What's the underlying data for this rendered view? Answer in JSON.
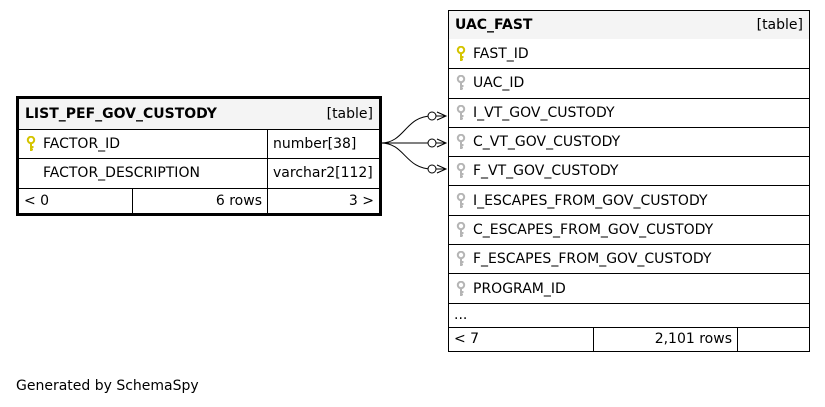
{
  "left_table": {
    "name": "LIST_PEF_GOV_CUSTODY",
    "kind": "[table]",
    "columns": [
      {
        "name": "FACTOR_ID",
        "type": "number[38]",
        "key": "primary"
      },
      {
        "name": "FACTOR_DESCRIPTION",
        "type": "varchar2[112]",
        "key": "none"
      }
    ],
    "footer": {
      "parents": "< 0",
      "rows": "6 rows",
      "children": "3 >"
    }
  },
  "right_table": {
    "name": "UAC_FAST",
    "kind": "[table]",
    "columns": [
      {
        "name": "FAST_ID",
        "key": "primary"
      },
      {
        "name": "UAC_ID",
        "key": "foreign"
      },
      {
        "name": "I_VT_GOV_CUSTODY",
        "key": "foreign"
      },
      {
        "name": "C_VT_GOV_CUSTODY",
        "key": "foreign"
      },
      {
        "name": "F_VT_GOV_CUSTODY",
        "key": "foreign"
      },
      {
        "name": "I_ESCAPES_FROM_GOV_CUSTODY",
        "key": "foreign"
      },
      {
        "name": "C_ESCAPES_FROM_GOV_CUSTODY",
        "key": "foreign"
      },
      {
        "name": "F_ESCAPES_FROM_GOV_CUSTODY",
        "key": "foreign"
      },
      {
        "name": "PROGRAM_ID",
        "key": "foreign"
      }
    ],
    "ellipsis": "...",
    "footer": {
      "parents": "< 7",
      "rows": "2,101 rows",
      "children": ""
    }
  },
  "footer_text": "Generated by SchemaSpy",
  "colors": {
    "primary_key": "#d4c400",
    "foreign_key": "#b5b5b5",
    "header_bg": "#f4f4f4"
  }
}
